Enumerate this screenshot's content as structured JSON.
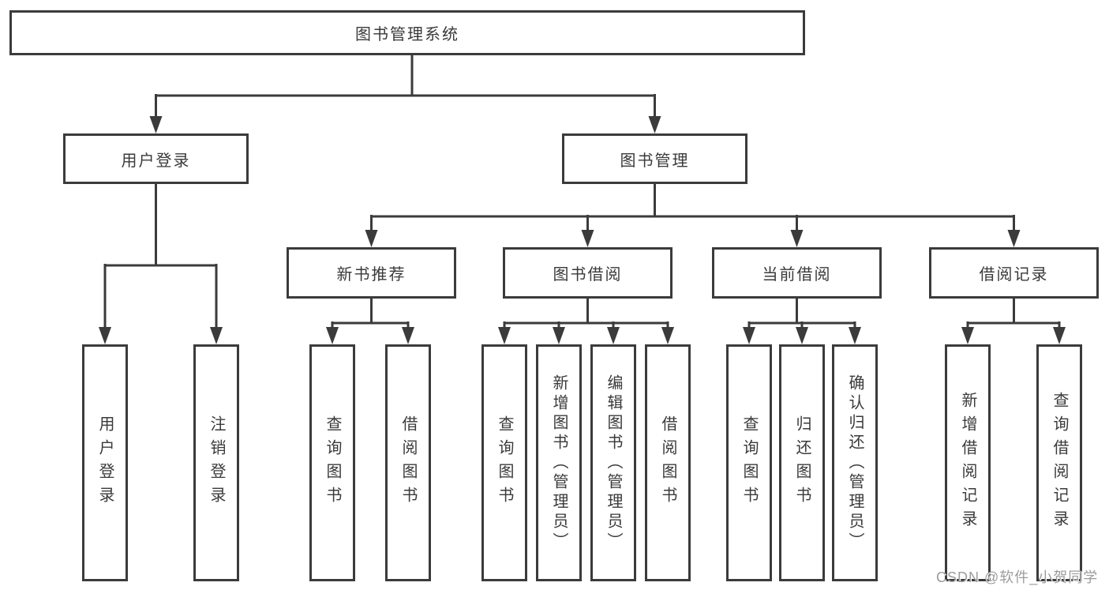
{
  "diagram": {
    "root": {
      "label": "图书管理系统"
    },
    "level2": [
      {
        "label": "用户登录"
      },
      {
        "label": "图书管理"
      }
    ],
    "level3": [
      {
        "label": "新书推荐"
      },
      {
        "label": "图书借阅"
      },
      {
        "label": "当前借阅"
      },
      {
        "label": "借阅记录"
      }
    ],
    "leaves": {
      "user_login": [
        "用户登录",
        "注销登录"
      ],
      "new_book": [
        "查询图书",
        "借阅图书"
      ],
      "book_borrow": [
        "查询图书",
        "新增图书（管理员）",
        "编辑图书（管理员）",
        "借阅图书"
      ],
      "current_borrow": [
        "查询图书",
        "归还图书",
        "确认归还（管理员）"
      ],
      "borrow_record": [
        "新增借阅记录",
        "查询借阅记录"
      ]
    }
  },
  "watermark": {
    "text": "CSDN @软件_小贺同学"
  },
  "colors": {
    "line": "#3b3b3b",
    "text": "#3a3a3a",
    "background": "#ffffff",
    "watermark": "#9c9c9c"
  }
}
